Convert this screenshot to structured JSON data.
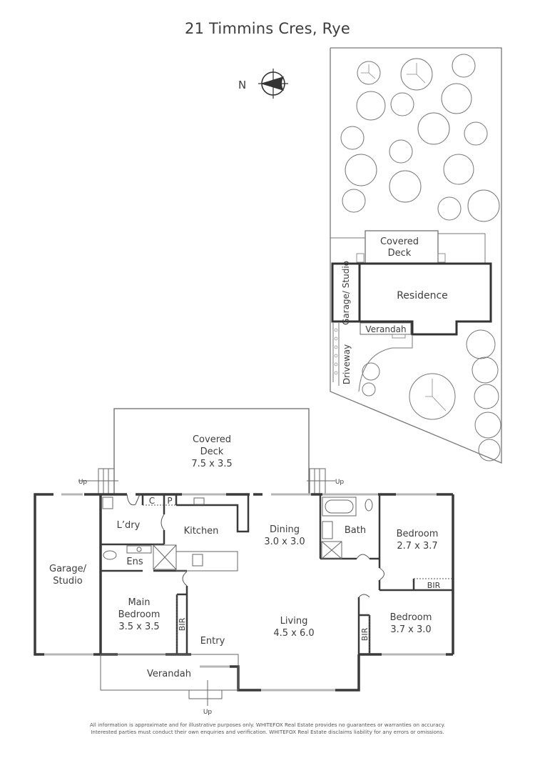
{
  "title": "21 Timmins Cres, Rye",
  "compass": {
    "label": "N",
    "icon": "north-compass-icon"
  },
  "site_plan": {
    "covered_deck": [
      "Covered",
      "Deck"
    ],
    "residence": "Residence",
    "garage_studio": "Garage/ Studio",
    "verandah": "Verandah",
    "driveway": "Driveway"
  },
  "floor_plan": {
    "rooms": {
      "covered_deck": {
        "name_line1": "Covered",
        "name_line2": "Deck",
        "dims": "7.5 x 3.5"
      },
      "garage_studio": {
        "name_line1": "Garage/",
        "name_line2": "Studio"
      },
      "laundry": {
        "name": "L’dry"
      },
      "cupboard": {
        "name": "C"
      },
      "pantry": {
        "name": "P"
      },
      "kitchen": {
        "name": "Kitchen"
      },
      "ensuite": {
        "name": "Ens"
      },
      "dining": {
        "name": "Dining",
        "dims": "3.0 x 3.0"
      },
      "bath": {
        "name": "Bath"
      },
      "bedroom2": {
        "name": "Bedroom",
        "dims": "2.7 x 3.7"
      },
      "bir_bed2": {
        "name": "BIR"
      },
      "main_bedroom": {
        "name_line1": "Main",
        "name_line2": "Bedroom",
        "dims": "3.5 x 3.5"
      },
      "bir_main": {
        "name": "BIR"
      },
      "entry": {
        "name": "Entry"
      },
      "living": {
        "name": "Living",
        "dims": "4.5 x 6.0"
      },
      "bedroom3": {
        "name": "Bedroom",
        "dims": "3.7 x 3.0"
      },
      "bir_bed3": {
        "name": "BIR"
      },
      "verandah": {
        "name": "Verandah"
      }
    },
    "stairs": {
      "up_left": "Up",
      "up_right": "Up",
      "up_front": "Up"
    }
  },
  "disclaimer": {
    "line1": "All information is approximate and for illustrative purposes only. WHITEFOX Real Estate provides no guarantees or warranties on accuracy.",
    "line2": "Interested parties must conduct their own enquiries and verification. WHITEFOX Real Estate disclaims liability for any errors or omissions."
  },
  "colors": {
    "wall": "#3a3a3a",
    "line": "#6a6a6a",
    "window": "#bdbdbd",
    "text": "#3d3d3d"
  }
}
